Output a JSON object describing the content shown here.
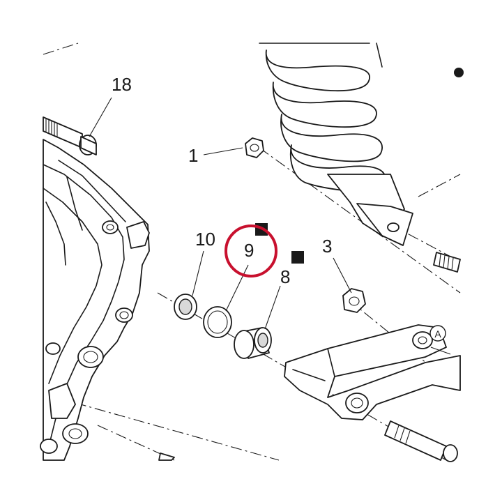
{
  "callouts": {
    "c18": "18",
    "c1": "1",
    "c10": "10",
    "c9": "9",
    "c8": "8",
    "c3": "3",
    "cA": "A"
  },
  "colors": {
    "highlight": "#c8102e",
    "ink": "#1a1a1a"
  },
  "icons": {
    "marker_square": "black-square-icon",
    "marker_dot": "black-dot-icon"
  }
}
